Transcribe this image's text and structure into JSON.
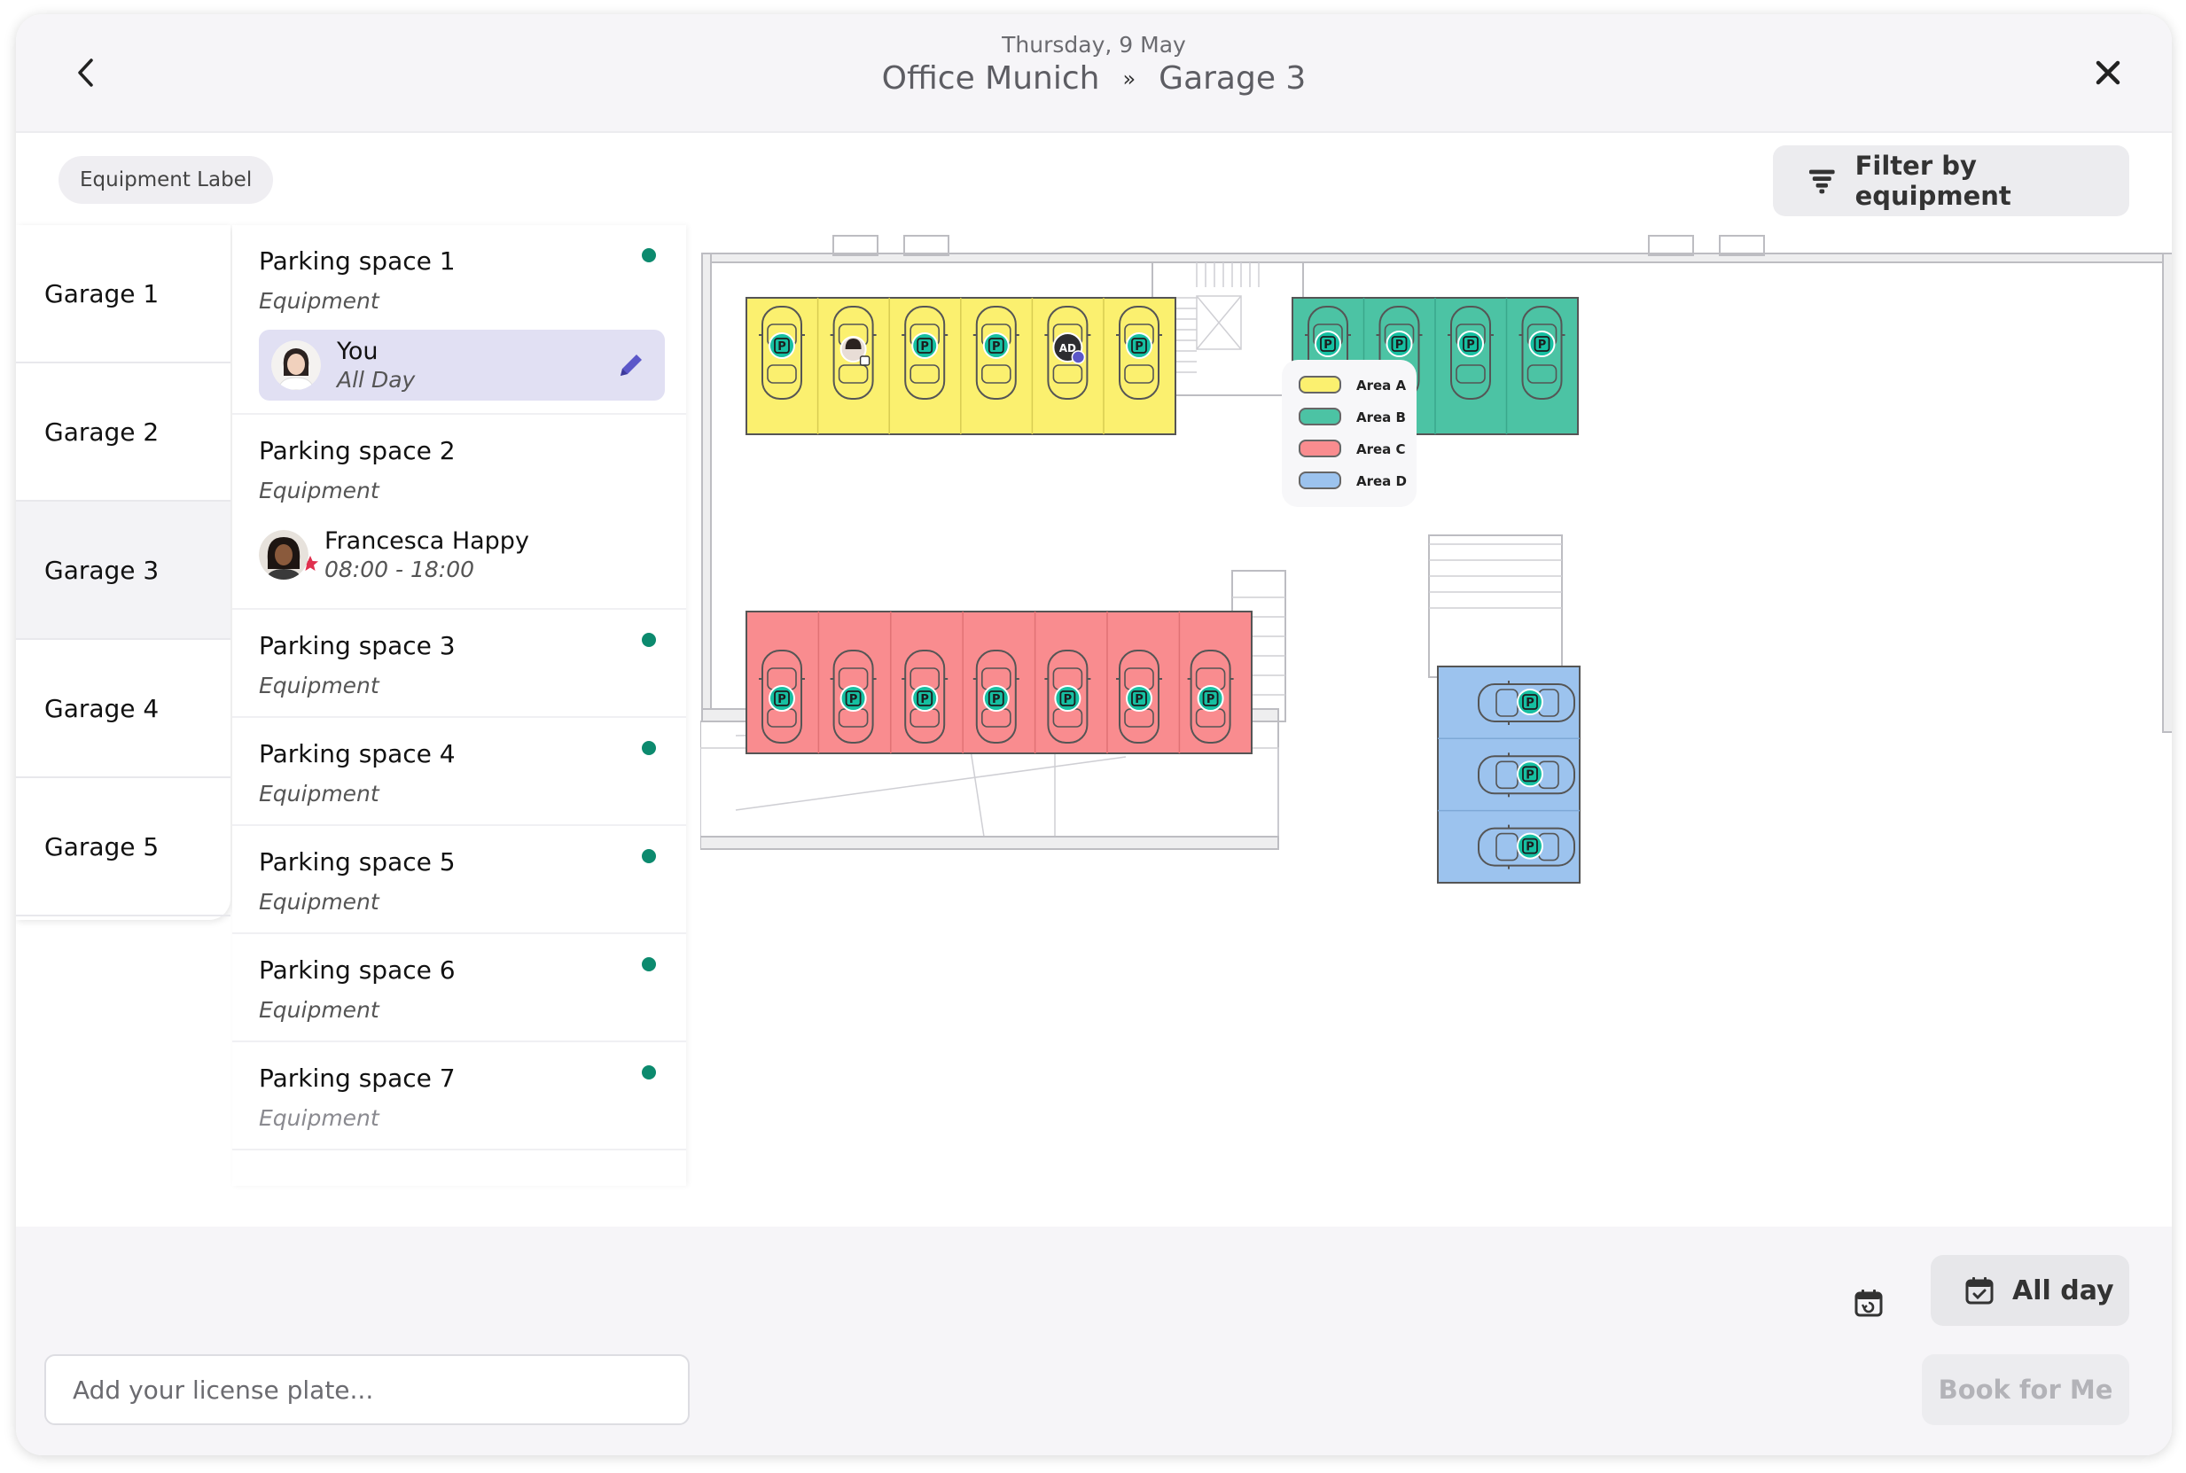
{
  "header": {
    "date": "Thursday, 9 May",
    "breadcrumb": [
      "Office Munich",
      "Garage 3"
    ],
    "separator": "»"
  },
  "equipment_chip": "Equipment Label",
  "filter_button": "Filter by equipment",
  "garages": [
    {
      "label": "Garage 1",
      "active": false
    },
    {
      "label": "Garage 2",
      "active": false
    },
    {
      "label": "Garage 3",
      "active": true
    },
    {
      "label": "Garage 4",
      "active": false
    },
    {
      "label": "Garage 5",
      "active": false
    }
  ],
  "spaces": [
    {
      "title": "Parking space 1",
      "subtitle": "Equipment",
      "available": true,
      "booking": {
        "name": "You",
        "time": "All Day",
        "mine": true
      }
    },
    {
      "title": "Parking space 2",
      "subtitle": "Equipment",
      "available": false,
      "booking": {
        "name": "Francesca Happy",
        "time": "08:00 - 18:00",
        "mine": false
      }
    },
    {
      "title": "Parking space 3",
      "subtitle": "Equipment",
      "available": true,
      "booking": null
    },
    {
      "title": "Parking space 4",
      "subtitle": "Equipment",
      "available": true,
      "booking": null
    },
    {
      "title": "Parking space 5",
      "subtitle": "Equipment",
      "available": true,
      "booking": null
    },
    {
      "title": "Parking space 6",
      "subtitle": "Equipment",
      "available": true,
      "booking": null
    },
    {
      "title": "Parking space 7",
      "subtitle": "Equipment",
      "available": true,
      "booking": null
    }
  ],
  "map": {
    "parking_glyph": "P",
    "initials_badge": "AD",
    "areas": [
      {
        "name": "Area A",
        "color": "#fbf06f"
      },
      {
        "name": "Area B",
        "color": "#4cc3a4"
      },
      {
        "name": "Area C",
        "color": "#f98c8f"
      },
      {
        "name": "Area D",
        "color": "#9cc3ee"
      }
    ]
  },
  "footer": {
    "allday_button": "All day",
    "plate_placeholder": "Add your license plate...",
    "book_button": "Book for Me"
  },
  "colors": {
    "accent_green": "#16bfa1",
    "available_dot": "#0c8a6e",
    "booking_bg": "#e1e0f3",
    "edit_icon": "#5b57c9"
  }
}
